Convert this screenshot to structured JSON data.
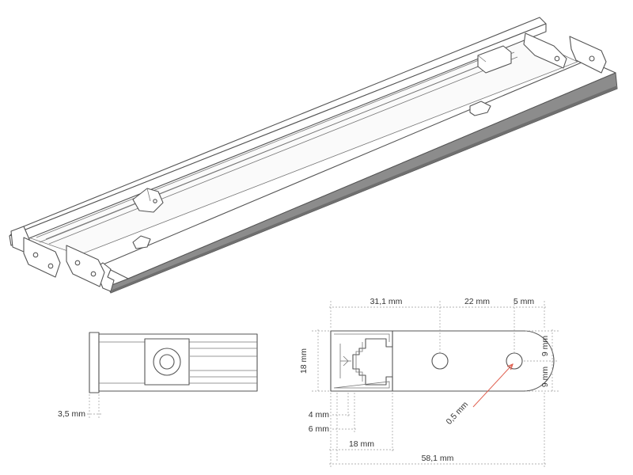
{
  "colors": {
    "line": "#555555",
    "profile_face": "#8c8c8c",
    "profile_shade": "#6f6f6f",
    "dimension_line": "#9a9a9a",
    "dimension_text": "#333333",
    "arrow": "#e06050"
  },
  "dimensions": {
    "top_left": "31,1 mm",
    "top_mid": "22 mm",
    "top_right": "5 mm",
    "height": "18 mm",
    "right_upper": "9 mm",
    "right_lower": "9 mm",
    "hole_diameter": "0,5 mm",
    "below_4": "4 mm",
    "below_6": "6 mm",
    "bottom_18": "18 mm",
    "total": "58,1 mm",
    "side_offset": "3,5 mm"
  }
}
